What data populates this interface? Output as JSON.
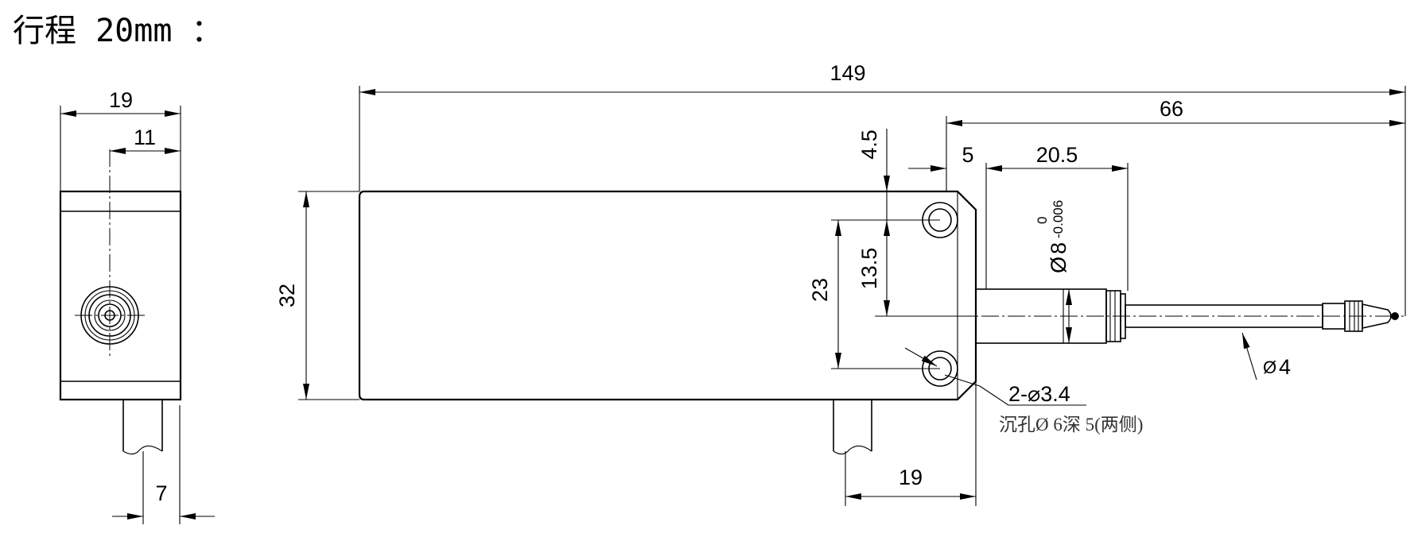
{
  "title": "行程 20mm ：",
  "end_view": {
    "dim_width": "19",
    "dim_offset": "11",
    "dim_cable": "7"
  },
  "side_view": {
    "dim_total_length": "149",
    "dim_rod_length": "66",
    "dim_flange": "5",
    "dim_collar": "20.5",
    "dim_hole_top": "4.5",
    "dim_hole_center": "13.5",
    "dim_hole_pitch": "23",
    "dim_height": "32",
    "dim_cable_pos": "19",
    "shaft_diameter": {
      "symbol": "Ø",
      "nominal": "8",
      "upper_tol": "0",
      "lower_tol": "-0.006"
    },
    "rod_diameter": {
      "symbol": "Ø",
      "value": "4"
    },
    "holes_spec": "2-⌀3.4",
    "holes_note": "沉孔Ø 6深 5(两侧)"
  }
}
